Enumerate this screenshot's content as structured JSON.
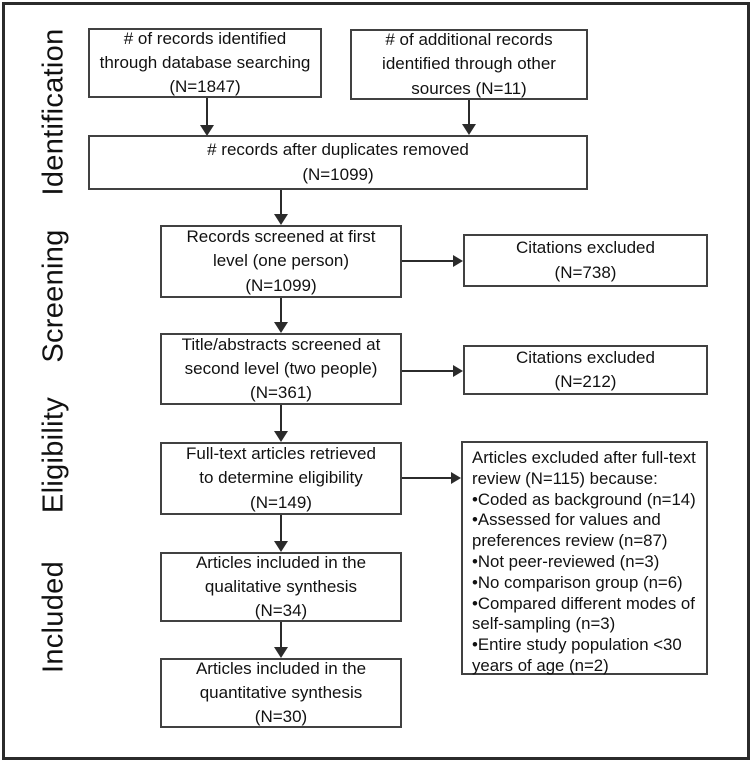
{
  "colors": {
    "line": "#2b2b2b",
    "border": "#414141",
    "text": "#111111",
    "background": "#ffffff"
  },
  "stages": [
    {
      "label": "Identification"
    },
    {
      "label": "Screening"
    },
    {
      "label": "Eligibility"
    },
    {
      "label": "Included"
    }
  ],
  "boxes": {
    "records_database": "# of records identified\nthrough database searching\n(N=1847)",
    "records_other": "# of additional records\nidentified through other\nsources (N=11)",
    "after_duplicates": "# records after duplicates removed\n(N=1099)",
    "screened_first": "Records screened at first\nlevel (one person)\n(N=1099)",
    "excluded_first": "Citations excluded\n(N=738)",
    "screened_second": "Title/abstracts screened at\nsecond level (two people)\n(N=361)",
    "excluded_second": "Citations excluded\n(N=212)",
    "fulltext_retrieved": "Full-text articles retrieved\nto determine eligibility\n(N=149)",
    "fulltext_excluded": "Articles excluded after full-text\nreview (N=115) because:\n•Coded as background (n=14)\n•Assessed for values and\npreferences review (n=87)\n•Not peer-reviewed (n=3)\n•No comparison group (n=6)\n•Compared different modes of\nself-sampling (n=3)\n•Entire study population <30\nyears of age (n=2)",
    "qualitative_synthesis": "Articles included in the\nqualitative synthesis\n(N=34)",
    "quantitative_synthesis": "Articles included in the\nquantitative synthesis\n(N=30)"
  }
}
